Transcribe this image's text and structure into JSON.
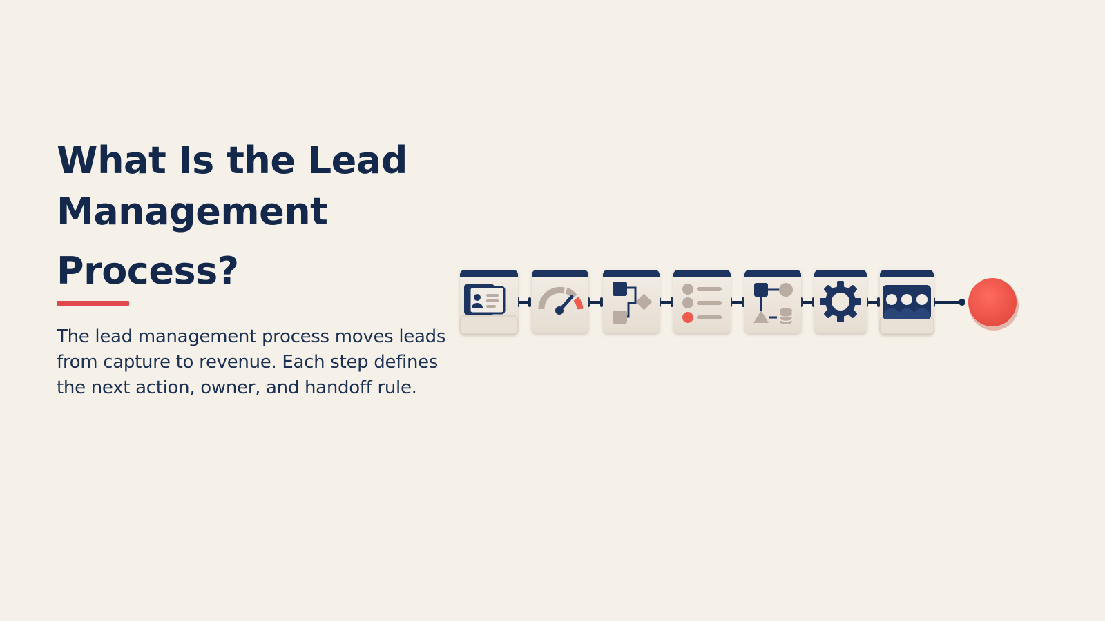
{
  "header": {
    "title_lines": [
      "What Is the Lead",
      "Management",
      "Process?"
    ]
  },
  "body": {
    "description": "The lead management process moves leads from capture to revenue. Each step defines the next action, owner, and handoff rule."
  },
  "colors": {
    "background": "#f5f1e9",
    "navy": "#13284a",
    "accent_red": "#e04a4f",
    "end_node": "#f25a4f",
    "tile": "#efe8df",
    "taupe": "#b9aca2"
  },
  "process_steps": [
    {
      "icon": "contact-cards-icon"
    },
    {
      "icon": "speedometer-icon"
    },
    {
      "icon": "decision-flow-icon"
    },
    {
      "icon": "checklist-icon"
    },
    {
      "icon": "routing-database-icon"
    },
    {
      "icon": "gear-icon"
    },
    {
      "icon": "team-icon"
    }
  ],
  "end_node": {
    "icon": "goal-circle-icon"
  }
}
